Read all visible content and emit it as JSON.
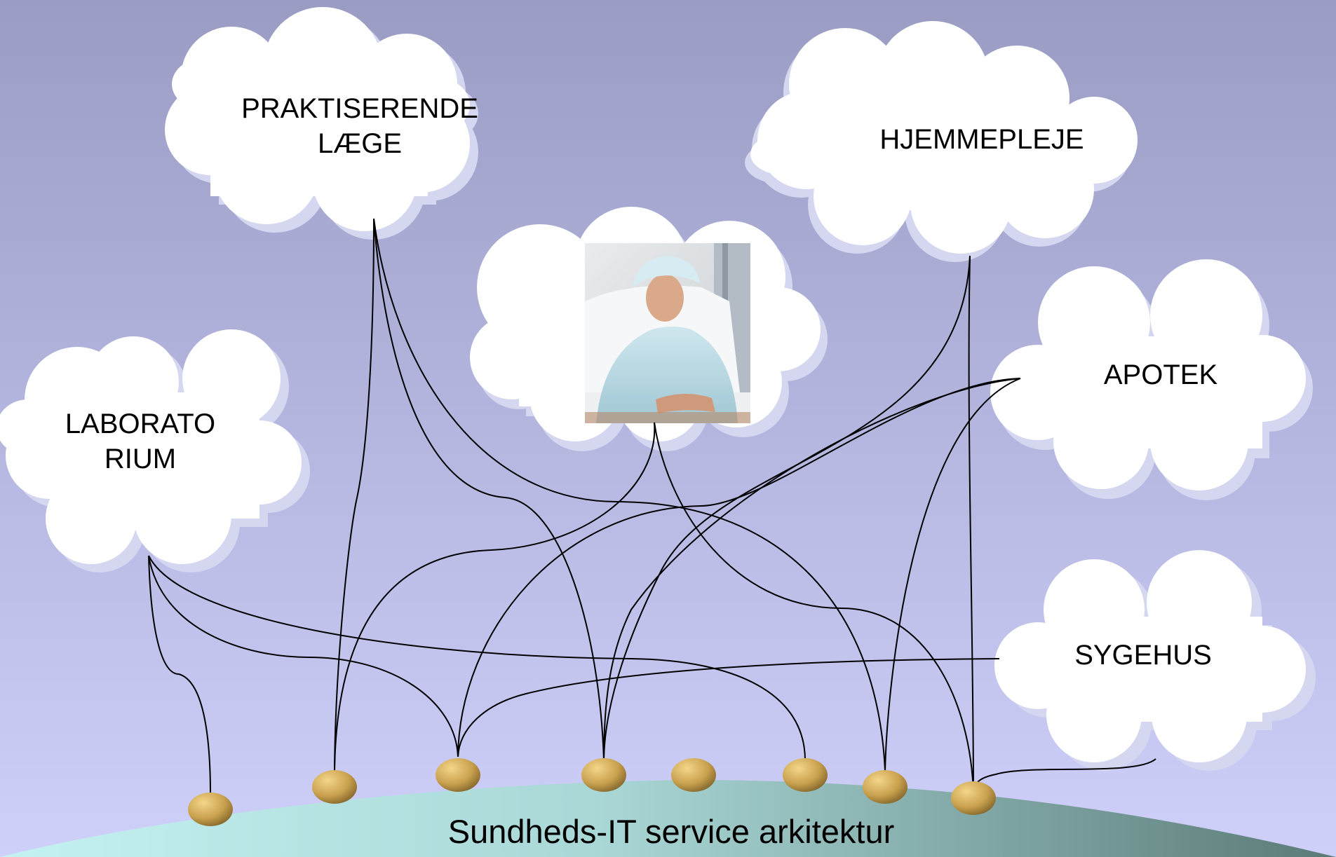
{
  "nodes": {
    "praktiserende": {
      "line1": "PRAKTISERENDE",
      "line2": "LÆGE"
    },
    "hjemmepleje": {
      "label": "HJEMMEPLEJE"
    },
    "laboratorium": {
      "line1": "LABORATO",
      "line2": "RIUM"
    },
    "apotek": {
      "label": "APOTEK"
    },
    "sygehus": {
      "label": "SYGEHUS"
    },
    "patient": {
      "image": "patient-in-hospital-bed-photo"
    }
  },
  "base": {
    "label": "Sundheds-IT service arkitektur"
  },
  "service_nodes_count": 8,
  "colors": {
    "sky_top": "#9a9cc4",
    "sky_bottom": "#cfd0fa",
    "cloud": "#ffffff",
    "cloud_shadow": "#d5d6f0",
    "hill_left": "#bff0f0",
    "hill_right": "#5f807c",
    "service_node": "#b8923e",
    "line": "#000000"
  }
}
